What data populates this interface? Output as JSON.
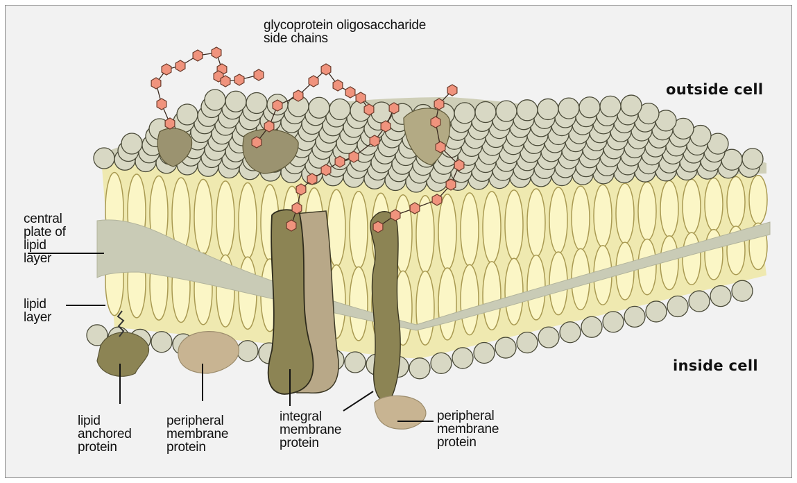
{
  "labels": {
    "sugar_chains": "glycoprotein oligosaccharide\nside chains",
    "outside": "outside cell",
    "inside": "inside cell",
    "central_plate": "central\nplate of\nlipid\nlayer",
    "lipid_layer": "lipid\nlayer",
    "lipid_anchored": "lipid\nanchored\nprotein",
    "peripheral_left": "peripheral\nmembrane\nprotein",
    "integral": "integral\nmembrane\nprotein",
    "peripheral_right": "peripheral\nmembrane\nprotein"
  },
  "colors": {
    "background": "#f2f2f2",
    "lipid_head": "#d8d8c4",
    "lipid_tail": "#fbf6c6",
    "central_plate": "#c9cbb6",
    "protein_dark": "#8c8454",
    "protein_light": "#b8a888",
    "peripheral": "#c8b492",
    "sugar": "#f0937d"
  }
}
